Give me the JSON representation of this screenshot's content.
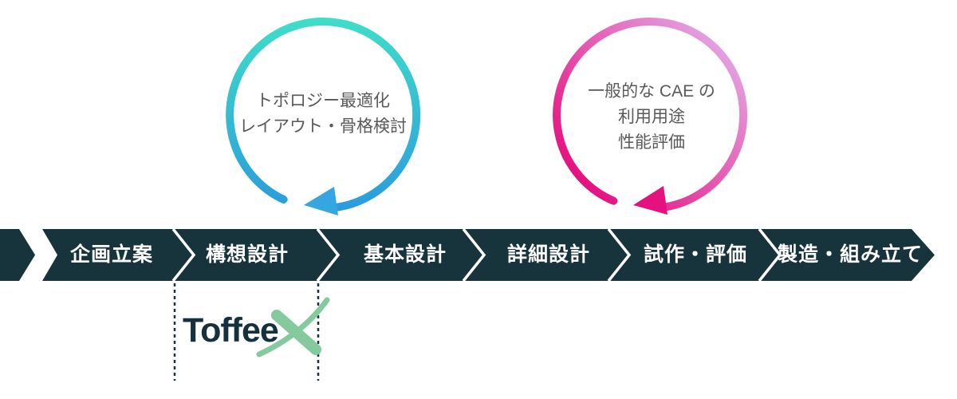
{
  "process_flow": {
    "stages": [
      {
        "label": "企画立案"
      },
      {
        "label": "構想設計"
      },
      {
        "label": "基本設計"
      },
      {
        "label": "詳細設計"
      },
      {
        "label": "試作・評価"
      },
      {
        "label": "製造・組み立て"
      }
    ]
  },
  "loops": [
    {
      "name": "topology-optimization-loop",
      "lines": [
        "トポロジー最適化",
        "レイアウト・骨格検討"
      ]
    },
    {
      "name": "general-cae-loop",
      "lines": [
        "一般的な CAE の",
        "利用用途",
        "性能評価"
      ]
    }
  ],
  "logo": {
    "text": "Toffee",
    "mark": "X"
  },
  "colors": {
    "banner": "#17343c",
    "loop1_gradient_top": "#3fdcc9",
    "loop1_gradient_bottom": "#2b9cdc",
    "loop1_arrow": "#35a6e0",
    "loop2_gradient_light": "#e3b9f0",
    "loop2_gradient_dark": "#e50f80",
    "loop2_arrow": "#e5117f",
    "logo_text": "#14313d",
    "logo_mark": "#84ca9e",
    "loop_label_gray": "#58595b"
  }
}
